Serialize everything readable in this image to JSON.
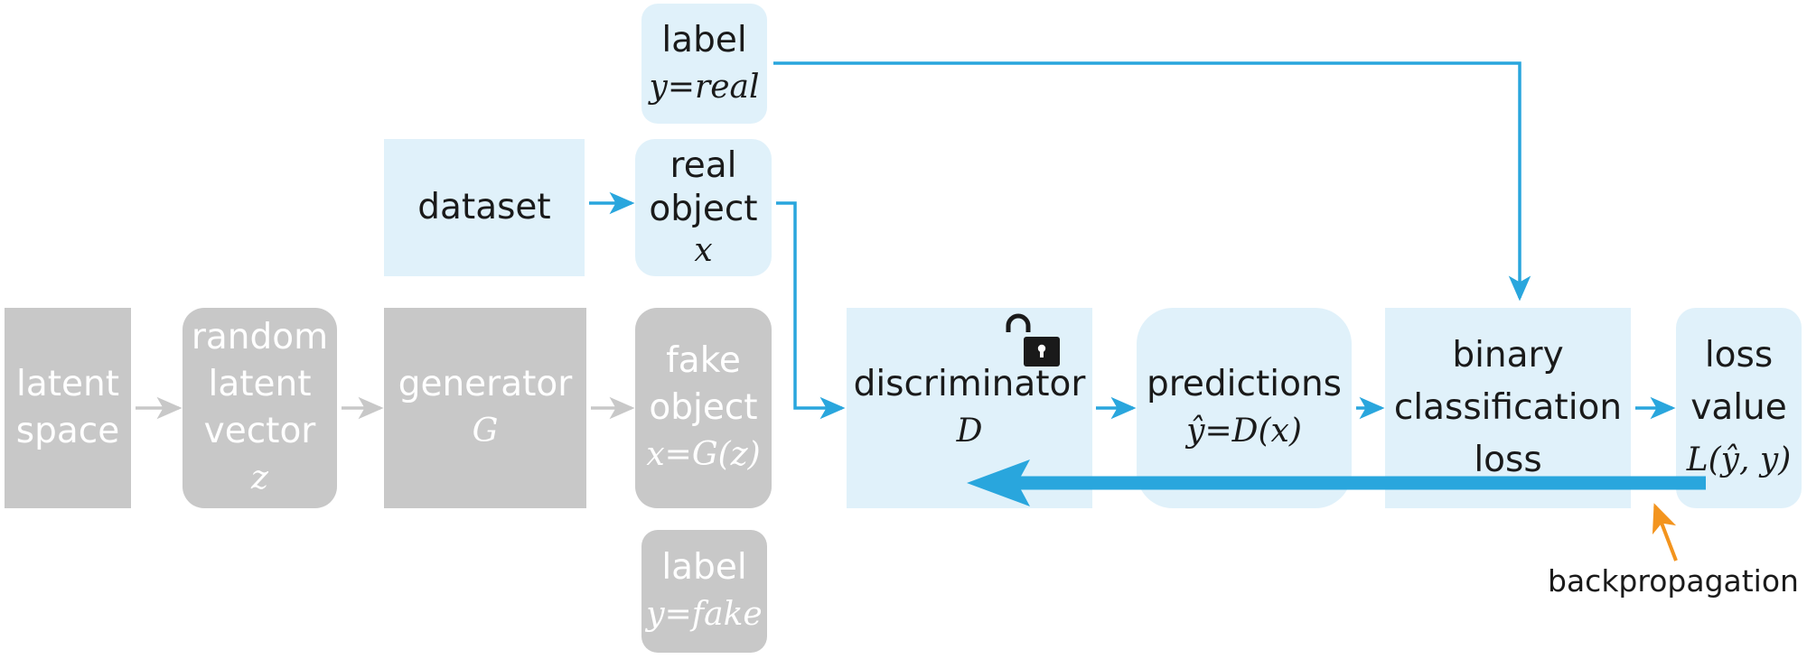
{
  "colors": {
    "active_fill": "#e0f1fa",
    "inactive_fill": "#c8c8c8",
    "active_arrow": "#29a6dd",
    "inactive_arrow": "#c8c8c8",
    "backprop_arrow": "#f3941e"
  },
  "generator_path": {
    "latent_space": {
      "lines": [
        "latent",
        "space"
      ]
    },
    "latent_vector": {
      "lines": [
        "random",
        "latent",
        "vector"
      ],
      "symbol": "z"
    },
    "generator": {
      "lines": [
        "generator"
      ],
      "symbol": "G"
    },
    "fake_object": {
      "lines": [
        "fake",
        "object"
      ],
      "symbol": "x=G(z)"
    },
    "fake_label": {
      "lines": [
        "label"
      ],
      "symbol": "y=fake"
    }
  },
  "real_path": {
    "real_label": {
      "lines": [
        "label"
      ],
      "symbol": "y=real"
    },
    "dataset": {
      "lines": [
        "dataset"
      ]
    },
    "real_object": {
      "lines": [
        "real",
        "object"
      ],
      "symbol": "x"
    }
  },
  "discriminator_path": {
    "discriminator": {
      "lines": [
        "discriminator"
      ],
      "symbol": "D",
      "icon": "unlocked-padlock-icon"
    },
    "predictions": {
      "lines": [
        "predictions"
      ],
      "symbol": "ŷ=D(x)"
    },
    "loss_function": {
      "lines": [
        "binary",
        "classification",
        "loss"
      ]
    },
    "loss_value": {
      "lines": [
        "loss",
        "value"
      ],
      "symbol": "L(ŷ, y)"
    }
  },
  "backpropagation": {
    "label": "backpropagation"
  }
}
